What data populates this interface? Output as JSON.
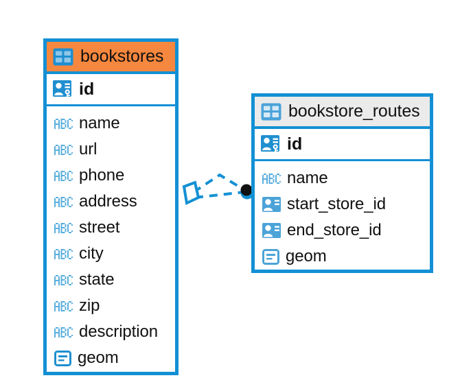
{
  "diagram": {
    "type": "entity-relationship-diagram",
    "background": "#ffffff",
    "colors": {
      "border": "#1390d4",
      "icon_blue": "#1f8fd0",
      "icon_blue_light": "#5aafdd",
      "accent_header": "#f6873e",
      "neutral_header": "#ebebeb",
      "text": "#111111",
      "connector": "#1390d4",
      "endpoint_dot": "#111111"
    },
    "entities": [
      {
        "name": "bookstores",
        "header_style": "accent",
        "header_icon": "table-icon",
        "primary_key": {
          "label": "id",
          "icon": "primary-key-icon"
        },
        "fields": [
          {
            "label": "name",
            "icon": "abc-text-icon",
            "type": "text"
          },
          {
            "label": "url",
            "icon": "abc-text-icon",
            "type": "text"
          },
          {
            "label": "phone",
            "icon": "abc-text-icon",
            "type": "text"
          },
          {
            "label": "address",
            "icon": "abc-text-icon",
            "type": "text"
          },
          {
            "label": "street",
            "icon": "abc-text-icon",
            "type": "text"
          },
          {
            "label": "city",
            "icon": "abc-text-icon",
            "type": "text"
          },
          {
            "label": "state",
            "icon": "abc-text-icon",
            "type": "text"
          },
          {
            "label": "zip",
            "icon": "abc-text-icon",
            "type": "text"
          },
          {
            "label": "description",
            "icon": "abc-text-icon",
            "type": "text"
          },
          {
            "label": "geom",
            "icon": "geometry-icon",
            "type": "geometry"
          }
        ]
      },
      {
        "name": "bookstore_routes",
        "header_style": "neutral",
        "header_icon": "table-icon",
        "primary_key": {
          "label": "id",
          "icon": "primary-key-icon"
        },
        "fields": [
          {
            "label": "name",
            "icon": "abc-text-icon",
            "type": "text"
          },
          {
            "label": "start_store_id",
            "icon": "foreign-key-icon",
            "type": "reference"
          },
          {
            "label": "end_store_id",
            "icon": "foreign-key-icon",
            "type": "reference"
          },
          {
            "label": "geom",
            "icon": "geometry-icon",
            "type": "geometry"
          }
        ]
      }
    ],
    "relationship": {
      "from": "bookstores",
      "to": "bookstore_routes",
      "line_style": "dashed",
      "source_marker": "crows-foot-many",
      "target_marker": "filled-circle-one"
    }
  }
}
